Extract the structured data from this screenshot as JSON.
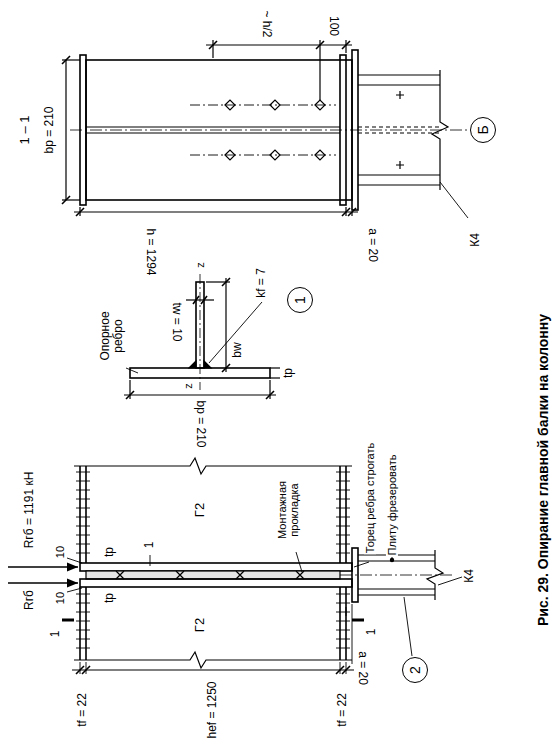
{
  "diagram": {
    "caption": "Рис. 29. Опирание главной балки на колонну",
    "nodes": [
      {
        "text": [
          "Б"
        ]
      },
      {
        "text": [
          "1"
        ]
      },
      {
        "text": [
          "2"
        ]
      }
    ],
    "labels": [
      "1 – 1",
      "bp = 210",
      "~ h/2",
      "100",
      "h = 1294",
      "a = 20",
      "К4",
      "Опорное ребро",
      "kf = 7",
      "tw = 10",
      "bw",
      "tp",
      "bp = 210",
      "z",
      "z",
      "Rгб = 1191 кН",
      "Rгб",
      "10",
      "10",
      "tp",
      "tp",
      "1",
      "Г2",
      "Г2",
      "Монтажная прокладка",
      "Торец ребра строгать",
      "Плиту фрезеровать",
      "a = 20",
      "К4",
      "1",
      "1",
      "tf = 22",
      "hef = 1250",
      "tf = 22"
    ]
  }
}
